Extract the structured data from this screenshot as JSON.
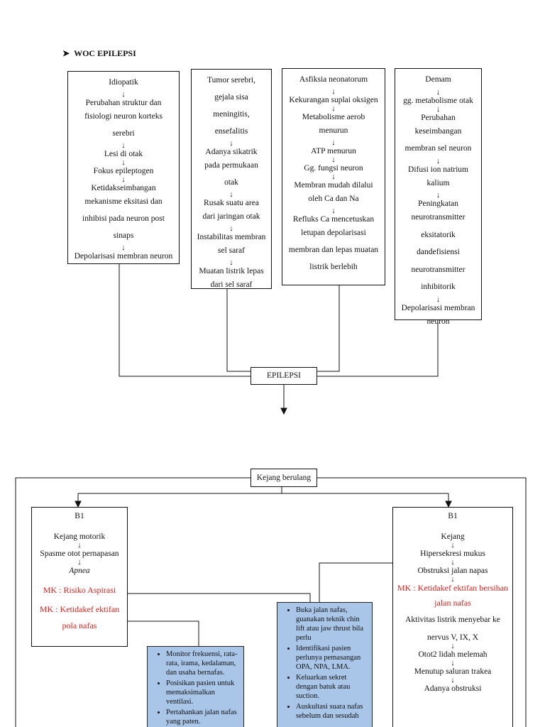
{
  "title": "WOC EPILEPSI",
  "title_bullet": "➤",
  "columns": [
    {
      "lines": [
        "Idiopatik",
        "↓",
        "Perubahan struktur dan",
        "fisiologi neuron korteks",
        "serebri",
        "↓",
        "Lesi di otak",
        "↓",
        "Fokus epileptogen",
        "↓",
        "Ketidakseimbangan",
        "mekanisme eksitasi dan",
        "inhibisi pada neuron post",
        "sinaps",
        "↓",
        "Depolarisasi membran neuron"
      ]
    },
    {
      "lines": [
        "Tumor serebri,",
        "gejala sisa",
        "meningitis,",
        "ensefalitis",
        "↓",
        "Adanya sikatrik",
        "pada permukaan",
        "otak",
        "↓",
        "Rusak suatu area",
        "dari jaringan otak",
        "↓",
        "Instabilitas membran",
        "sel saraf",
        "↓",
        "Muatan listrik lepas",
        "dari sel saraf"
      ]
    },
    {
      "lines": [
        "Asfiksia neonatorum",
        "↓",
        "Kekurangan suplai oksigen",
        "↓",
        "Metabolisme aerob",
        "menurun",
        "↓",
        "ATP menurun",
        "↓",
        "Gg. fungsi neuron",
        "↓",
        "Membran mudah dilalui",
        "oleh Ca dan Na",
        "↓",
        "Refluks Ca mencetuskan",
        "letupan depolarisasi",
        "membran dan lepas muatan",
        "listrik berlebih"
      ]
    },
    {
      "lines": [
        "Demam",
        "↓",
        "gg. metabolisme otak",
        "↓",
        "Perubahan",
        "keseimbangan",
        "membran sel neuron",
        "↓",
        "Difusi ion natrium",
        "kalium",
        "↓",
        "Peningkatan",
        "neurotransmitter",
        "eksitatorik",
        "dandefisiensi",
        "neurotransmitter",
        "inhibitorik",
        "↓",
        "Depolarisasi membran",
        "neuron"
      ]
    }
  ],
  "center": "EPILEPSI",
  "kejang": "Kejang berulang",
  "b1_left": {
    "title": "B1",
    "lines": [
      "Kejang motorik",
      "↓",
      "Spasme otot pernapasan",
      "↓"
    ],
    "apnea": "Apnea",
    "mk": [
      "MK : Risiko Aspirasi",
      "MK : Ketidakef ektifan",
      "pola nafas"
    ]
  },
  "b1_right": {
    "title": "B1",
    "lines": [
      "Kejang",
      "↓",
      "Hipersekresi mukus",
      "↓",
      "Obstruksi jalan napas",
      "↓"
    ],
    "mk": [
      "MK : Ketidakef ektifan bersihan",
      "jalan nafas"
    ],
    "lines2": [
      "↑",
      "Aktivitas listrik menyebar ke",
      "nervus V, IX, X",
      "↓",
      "Otot2 lidah melemah",
      "↓",
      "Menutup saluran trakea",
      "↓",
      "Adanya obstruksi"
    ]
  },
  "interv_left": [
    "Monitor frekuensi, rata-rata, irama, kedalaman, dan usaha bernafas.",
    "Posisikan pasien untuk memaksimalkan ventilasi.",
    "Pertahankan jalan nafas yang paten."
  ],
  "interv_mid": [
    "Buka jalan nafas, guanakan teknik chin lift atau jaw thrust bila perlu",
    "Identifikasi pasien perlunya pemasangan OPA, NPA, LMA.",
    "Keluarkan sekret dengan batuk atau suction.",
    "Auskultasi suara nafas sebelum dan sesudah"
  ],
  "colors": {
    "mk": "#e0201c",
    "intervention": "#a9c5e8"
  }
}
